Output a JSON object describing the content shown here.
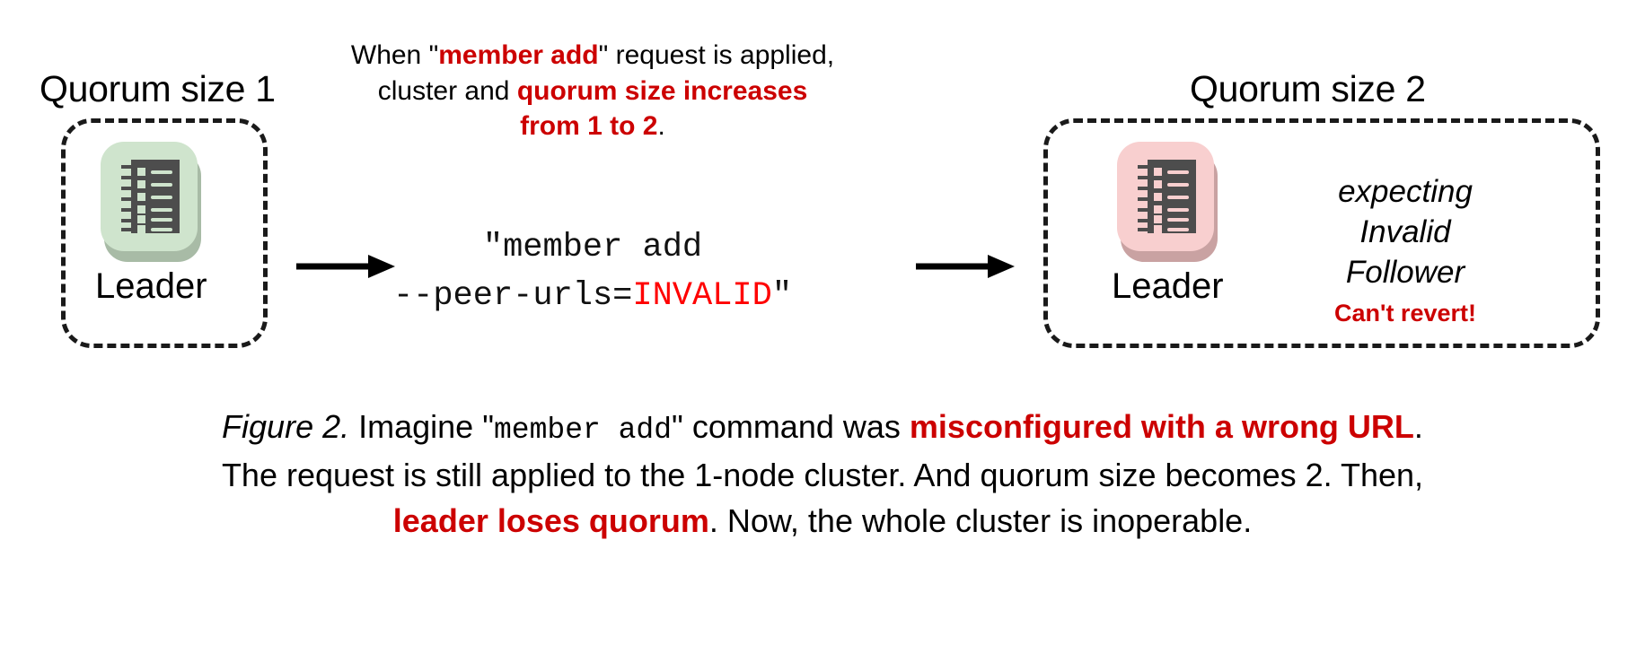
{
  "figure": {
    "left_cluster": {
      "quorum_label": "Quorum size 1",
      "node_label": "Leader",
      "node_color": "#cfe4cd",
      "icon": "server-rack-icon"
    },
    "right_cluster": {
      "quorum_label": "Quorum size 2",
      "node_label": "Leader",
      "node_color": "#f8cfcf",
      "icon": "server-rack-icon",
      "note_lines": [
        "expecting",
        "Invalid",
        "Follower"
      ],
      "warning": "Can't revert!",
      "warning_color": "#cc0000"
    },
    "explanation": {
      "line1_a": "When \"",
      "line1_b": "member add",
      "line1_c": "\" request is applied,",
      "line2_a": "cluster and ",
      "line2_b": "quorum size increases",
      "line3_b": "from 1 to 2",
      "line3_c": ".",
      "accent_color": "#cc0000"
    },
    "command": {
      "line1": "\"member add",
      "line2_a": "--peer-urls=",
      "line2_b": "INVALID",
      "line2_c": "\"",
      "invalid_color": "#ff0000"
    },
    "arrows": {
      "left_arrow": "arrow-right-icon",
      "right_arrow": "arrow-right-icon"
    },
    "caption": {
      "fig_no": "Figure 2.",
      "t1": " Imagine \"",
      "mono1": "member add",
      "t2": "\" command was ",
      "red1": "misconfigured with a wrong URL",
      "t3": ".",
      "t4": "The request is still applied to the 1-node cluster. And quorum size becomes 2. Then,",
      "red2": "leader loses quorum",
      "t5": ". Now, the whole cluster is inoperable."
    }
  }
}
